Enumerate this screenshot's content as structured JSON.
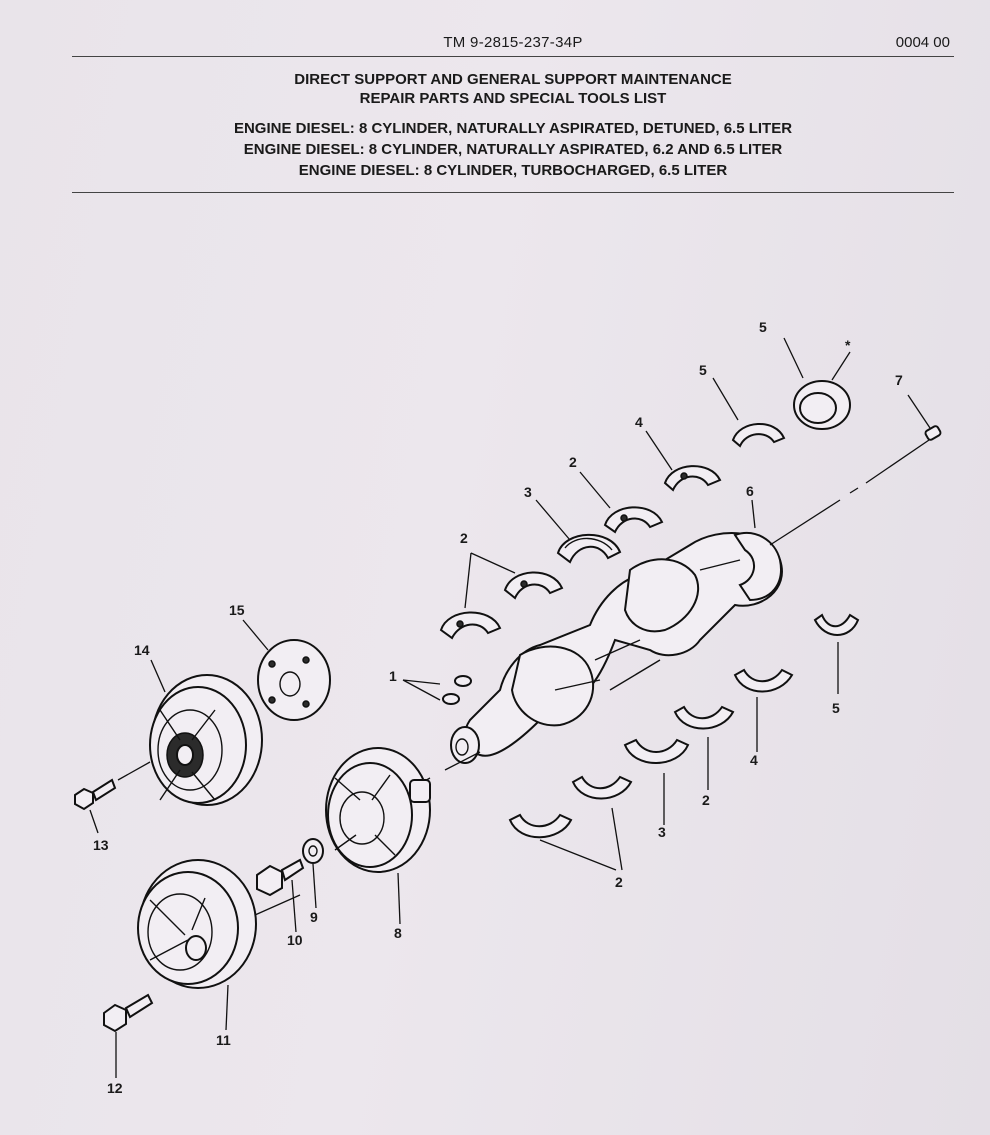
{
  "header": {
    "tm_number": "TM 9-2815-237-34P",
    "doc_code": "0004 00"
  },
  "title": {
    "line1": "DIRECT SUPPORT AND GENERAL SUPPORT MAINTENANCE",
    "line2": "REPAIR PARTS AND SPECIAL TOOLS LIST",
    "engine1": "ENGINE DIESEL: 8 CYLINDER, NATURALLY ASPIRATED, DETUNED, 6.5 LITER",
    "engine2": "ENGINE DIESEL:  8 CYLINDER, NATURALLY ASPIRATED, 6.2 AND 6.5 LITER",
    "engine3": "ENGINE DIESEL:  8 CYLINDER, TURBOCHARGED, 6.5 LITER"
  },
  "callouts": {
    "c1": "1",
    "c2a": "2",
    "c2b": "2",
    "c2c": "2",
    "c2d": "2",
    "c3a": "3",
    "c3b": "3",
    "c4a": "4",
    "c4b": "4",
    "c5a": "5",
    "c5b": "5",
    "c5c": "5",
    "star": "*",
    "c6": "6",
    "c7": "7",
    "c8": "8",
    "c9": "9",
    "c10": "10",
    "c11": "11",
    "c12": "12",
    "c13": "13",
    "c14": "14",
    "c15": "15"
  }
}
